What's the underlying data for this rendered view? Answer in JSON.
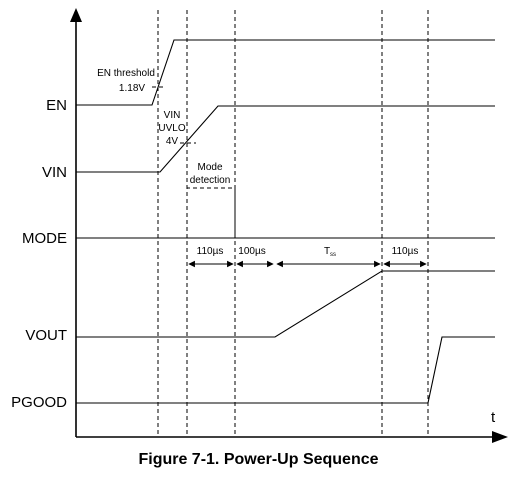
{
  "signals": {
    "en": "EN",
    "vin": "VIN",
    "mode": "MODE",
    "vout": "VOUT",
    "pgood": "PGOOD"
  },
  "axis": {
    "time_label": "t"
  },
  "annotations": {
    "en_threshold_line1": "EN threshold",
    "en_threshold_line2": "1.18V",
    "vin_uvlo_line1": "VIN",
    "vin_uvlo_line2": "UVLO",
    "vin_uvlo_line3": "4V",
    "mode_detection_line1": "Mode",
    "mode_detection_line2": "detection",
    "delay_1": "110µs",
    "delay_2": "100µs",
    "delay_3_main": "T",
    "delay_3_sub": "ss",
    "delay_4": "110µs"
  },
  "caption": "Figure 7-1. Power-Up Sequence"
}
